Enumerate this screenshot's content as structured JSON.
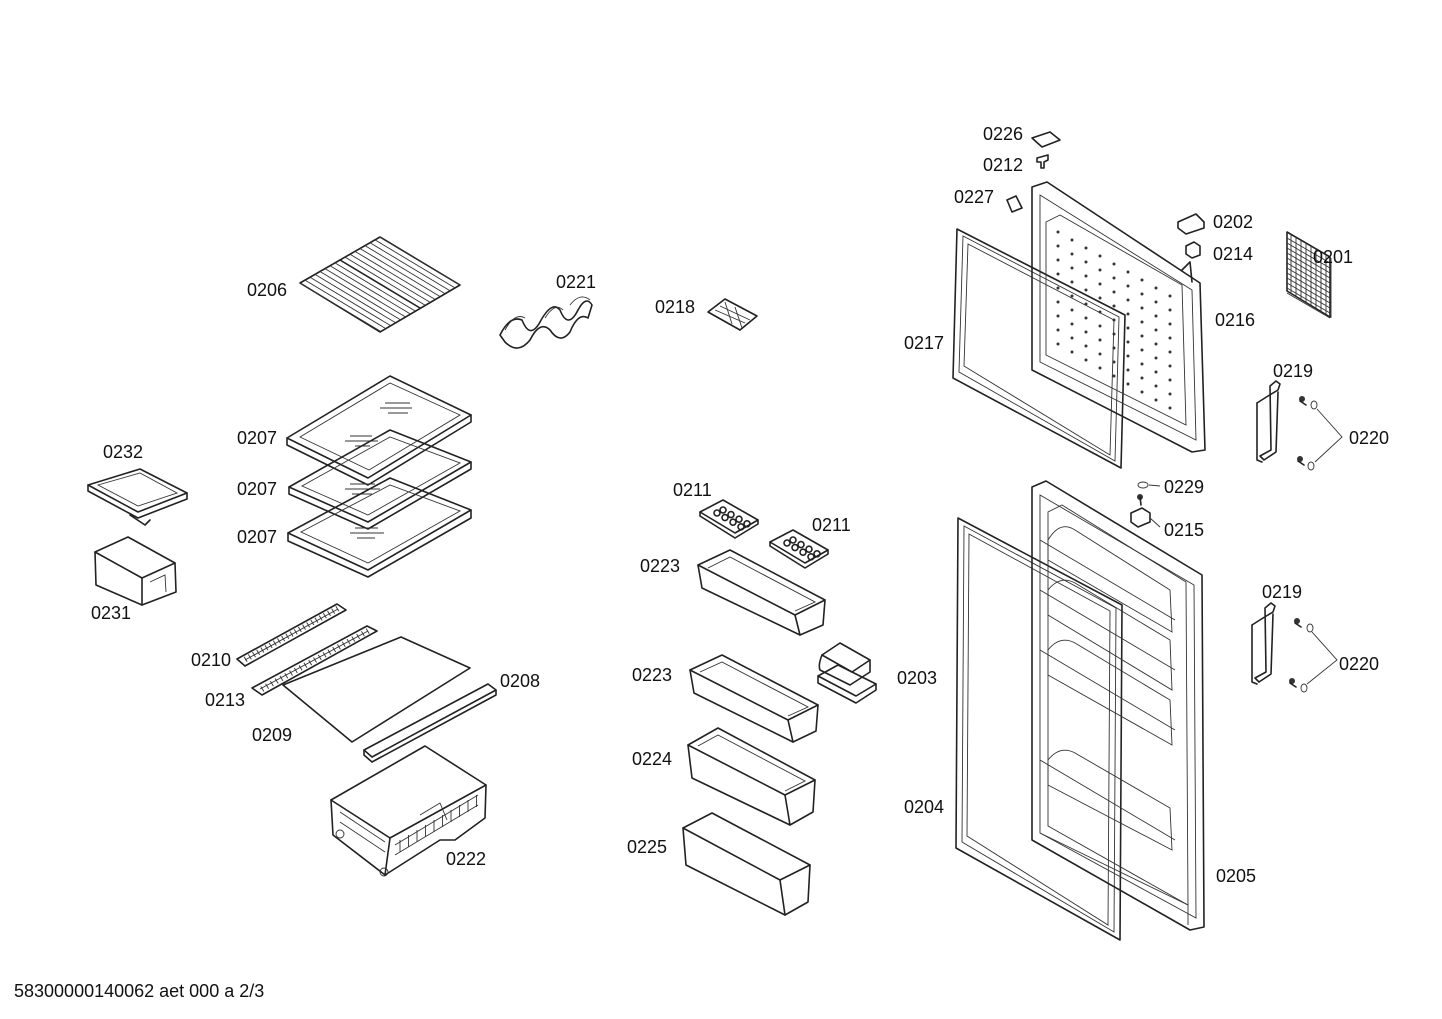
{
  "labels": {
    "p0201": "0201",
    "p0202": "0202",
    "p0203": "0203",
    "p0204": "0204",
    "p0205": "0205",
    "p0206": "0206",
    "p0207a": "0207",
    "p0207b": "0207",
    "p0207c": "0207",
    "p0208": "0208",
    "p0209": "0209",
    "p0210": "0210",
    "p0211a": "0211",
    "p0211b": "0211",
    "p0212": "0212",
    "p0213": "0213",
    "p0214": "0214",
    "p0215": "0215",
    "p0216": "0216",
    "p0217": "0217",
    "p0218": "0218",
    "p0219a": "0219",
    "p0219b": "0219",
    "p0220a": "0220",
    "p0220b": "0220",
    "p0221": "0221",
    "p0222": "0222",
    "p0223a": "0223",
    "p0223b": "0223",
    "p0224": "0224",
    "p0225": "0225",
    "p0226": "0226",
    "p0227": "0227",
    "p0229": "0229",
    "p0231": "0231",
    "p0232": "0232"
  },
  "footer": "58300000140062 aet 000 a 2/3",
  "colors": {
    "line": "#222222",
    "label": "#111111",
    "background": "#ffffff"
  }
}
